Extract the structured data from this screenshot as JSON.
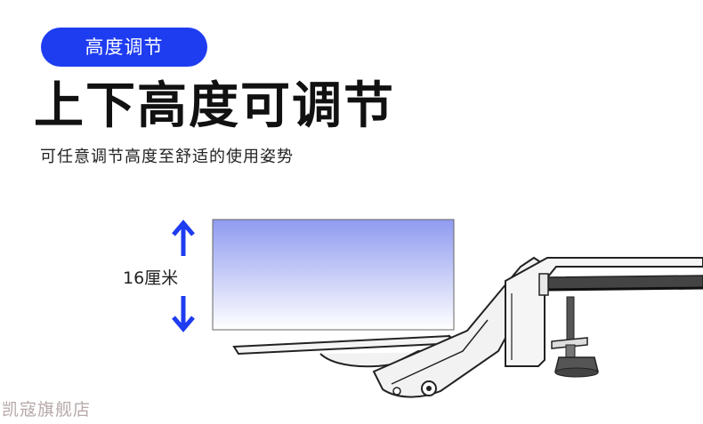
{
  "badge": "高度调节",
  "title": "上下高度可调节",
  "subtitle": "可任意调节高度至舒适的使用姿势",
  "height_label": "16厘米",
  "watermark": "凯寇旗舰店",
  "colors": {
    "badge_bg": "#1e3cf0",
    "arrow": "#1e3cf0",
    "screen_top": "#8f9bf0",
    "screen_bottom": "#ffffff"
  },
  "icons": [
    "arrow-up-icon",
    "arrow-down-icon"
  ]
}
